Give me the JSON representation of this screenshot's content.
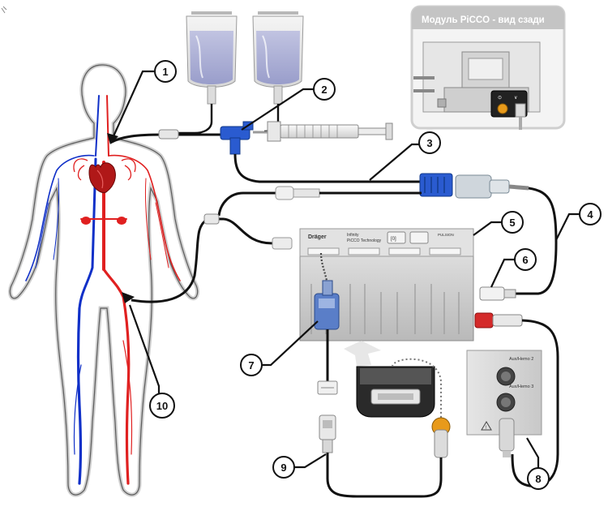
{
  "inset": {
    "title": "Модуль PiCCO - вид сзади"
  },
  "module": {
    "brand": "Dräger",
    "line1": "Infinity",
    "line2": "PiCCO Technology",
    "button_label": "[0]",
    "tag_label": "PULSION"
  },
  "panel": {
    "port_top_label": "Aux/Hemo 2",
    "port_bottom_label": "Aux/Hemo 3"
  },
  "callouts": [
    "1",
    "2",
    "3",
    "4",
    "5",
    "6",
    "7",
    "8",
    "9",
    "10"
  ],
  "colors": {
    "artery": "#e02020",
    "vein": "#1030c8",
    "cable": "#111111",
    "callout_fill": "#ffffff",
    "red_connector": "#d42a2a",
    "blue_connector": "#2a5bd0",
    "orange_connector": "#e89a1a"
  }
}
